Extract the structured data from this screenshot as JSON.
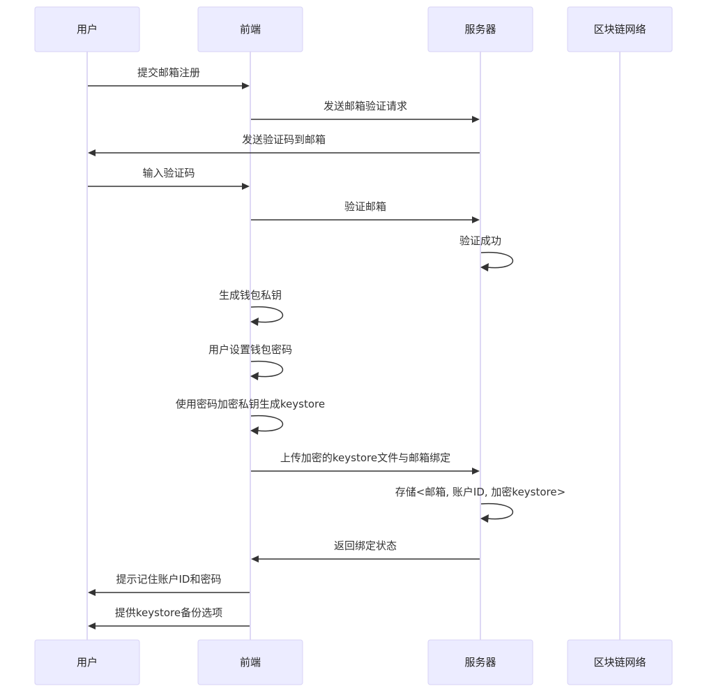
{
  "diagram": {
    "type": "sequence",
    "participants": [
      {
        "id": "user",
        "label": "用户"
      },
      {
        "id": "frontend",
        "label": "前端"
      },
      {
        "id": "server",
        "label": "服务器"
      },
      {
        "id": "blockchain",
        "label": "区块链网络"
      }
    ],
    "messages": [
      {
        "from": "user",
        "to": "frontend",
        "label": "提交邮箱注册"
      },
      {
        "from": "frontend",
        "to": "server",
        "label": "发送邮箱验证请求"
      },
      {
        "from": "server",
        "to": "user",
        "label": "发送验证码到邮箱"
      },
      {
        "from": "user",
        "to": "frontend",
        "label": "输入验证码"
      },
      {
        "from": "frontend",
        "to": "server",
        "label": "验证邮箱"
      },
      {
        "from": "server",
        "to": "server",
        "label": "验证成功"
      },
      {
        "from": "frontend",
        "to": "frontend",
        "label": "生成钱包私钥"
      },
      {
        "from": "frontend",
        "to": "frontend",
        "label": "用户设置钱包密码"
      },
      {
        "from": "frontend",
        "to": "frontend",
        "label": "使用密码加密私钥生成keystore"
      },
      {
        "from": "frontend",
        "to": "server",
        "label": "上传加密的keystore文件与邮箱绑定"
      },
      {
        "from": "server",
        "to": "server",
        "label": "存储<邮箱, 账户ID, 加密keystore>"
      },
      {
        "from": "server",
        "to": "frontend",
        "label": "返回绑定状态"
      },
      {
        "from": "frontend",
        "to": "user",
        "label": "提示记住账户ID和密码"
      },
      {
        "from": "frontend",
        "to": "user",
        "label": "提供keystore备份选项"
      }
    ]
  },
  "colors": {
    "actor_fill": "#ECECFF",
    "actor_border": "#D7D2F5",
    "lifeline": "#D4CCF2",
    "arrow": "#333333"
  }
}
